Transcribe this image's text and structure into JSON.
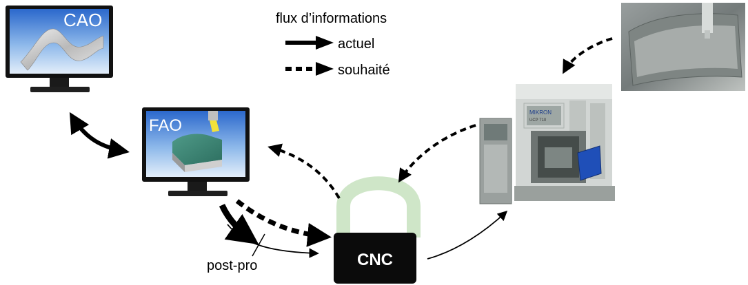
{
  "legend": {
    "title": "flux d’informations",
    "current": "actuel",
    "desired": "souhaité"
  },
  "monitors": {
    "cao": {
      "label": "CAO"
    },
    "fao": {
      "label": "FAO"
    }
  },
  "cnc": {
    "label": "CNC"
  },
  "postpro": {
    "label": "post-pro"
  },
  "machine": {
    "brand": "MIKRON",
    "model": "UCP 710"
  },
  "colors": {
    "screen_top": "#2f6fd0",
    "screen_bottom": "#cfe3f7",
    "bezel": "#111111",
    "lock_shackle": "#cfe6c8",
    "lock_body": "#0b0b0b",
    "arrow": "#000000"
  }
}
